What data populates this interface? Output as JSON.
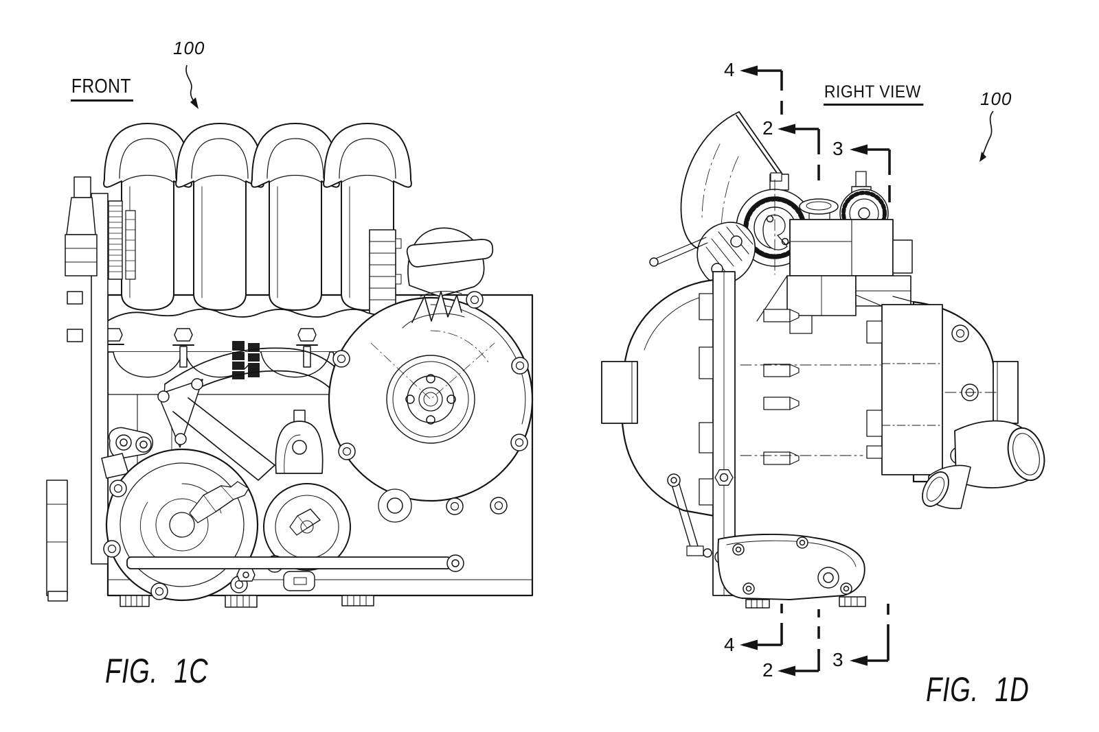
{
  "page": {
    "background_color": "#ffffff",
    "line_color": "#141414"
  },
  "figures": {
    "front_view": {
      "view_label": "FRONT",
      "caption": "FIG. 1C",
      "reference_number": "100"
    },
    "right_view": {
      "view_label": "RIGHT VIEW",
      "caption": "FIG. 1D",
      "reference_number": "100",
      "section_lines": {
        "top": [
          {
            "label": "4"
          },
          {
            "label": "2"
          },
          {
            "label": "3"
          }
        ],
        "bottom": [
          {
            "label": "4"
          },
          {
            "label": "2"
          },
          {
            "label": "3"
          }
        ]
      }
    }
  }
}
